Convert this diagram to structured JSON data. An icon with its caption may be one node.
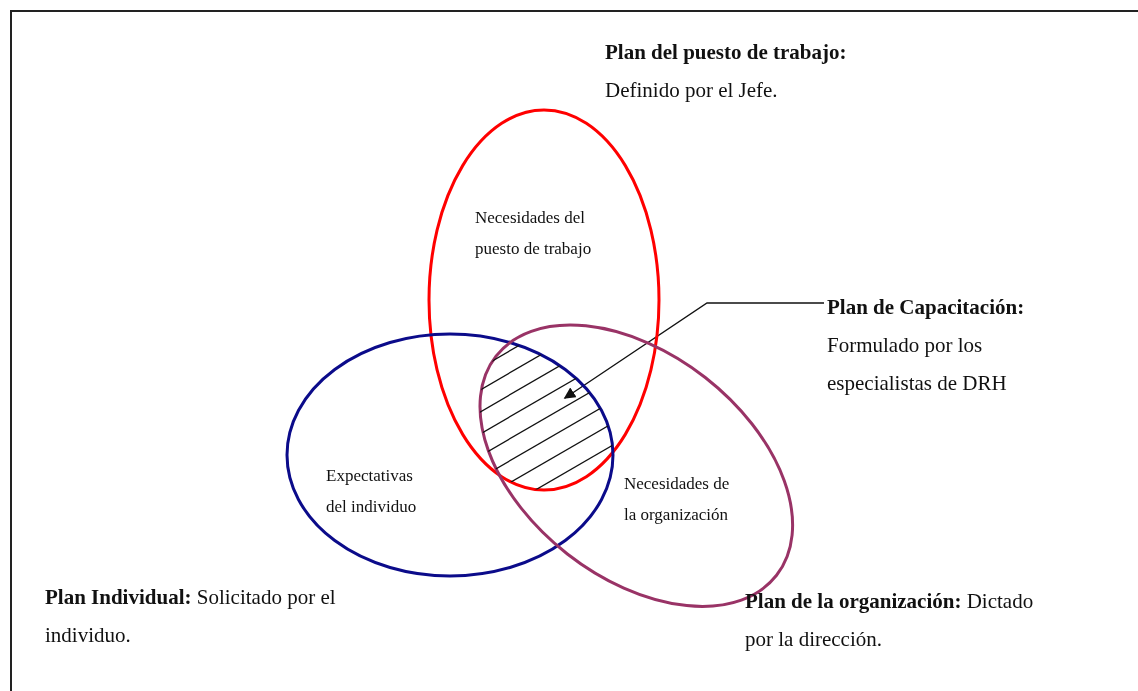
{
  "diagram": {
    "nodes": [
      {
        "text": [
          "Necesidades del puesto de trabajo"
        ],
        "beside": [
          "**Plan del puesto de trabajo:** Definido por el Jefe."
        ]
      },
      {
        "text": [
          "Expectativas del individuo"
        ],
        "beside": [
          "**Plan Individual:** Solicitado por el individuo."
        ]
      },
      {
        "text": [
          "Necesidades de la organización"
        ],
        "beside": [
          "**Plan de la organización:** Dictado por la dirección."
        ]
      },
      {
        "text": [],
        "shape": "area"
      },
      {
        "text": [
          "**Plan de Capacitación:** Formulado por los especialistas de DRH"
        ]
      }
    ],
    "edges": [
      {
        "from": 4,
        "to": 3,
        "arrow": "to"
      }
    ]
  }
}
